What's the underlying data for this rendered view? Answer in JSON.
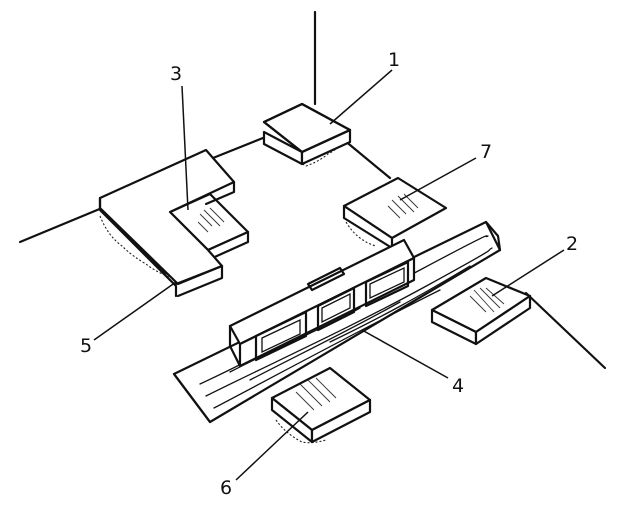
{
  "labels": {
    "l1": "1",
    "l2": "2",
    "l3": "3",
    "l4": "4",
    "l5": "5",
    "l6": "6",
    "l7": "7"
  },
  "colors": {
    "ink": "#111111",
    "background": "#ffffff"
  }
}
